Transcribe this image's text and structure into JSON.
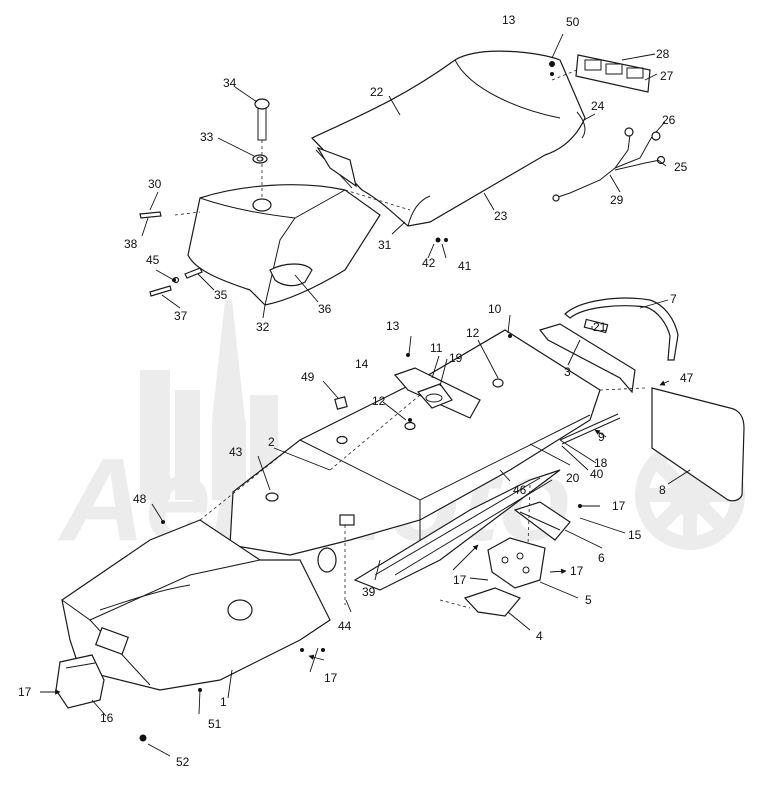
{
  "watermark": {
    "text": "AeriMoto",
    "color": "#ececec"
  },
  "callouts": [
    {
      "id": "c1",
      "text": "1"
    },
    {
      "id": "c2",
      "text": "2"
    },
    {
      "id": "c3",
      "text": "3"
    },
    {
      "id": "c4",
      "text": "4"
    },
    {
      "id": "c5",
      "text": "5"
    },
    {
      "id": "c6",
      "text": "6"
    },
    {
      "id": "c7",
      "text": "7"
    },
    {
      "id": "c8",
      "text": "8"
    },
    {
      "id": "c9",
      "text": "9"
    },
    {
      "id": "c10",
      "text": "10"
    },
    {
      "id": "c11",
      "text": "11"
    },
    {
      "id": "c12a",
      "text": "12"
    },
    {
      "id": "c12b",
      "text": "12"
    },
    {
      "id": "c13a",
      "text": "13"
    },
    {
      "id": "c13b",
      "text": "13"
    },
    {
      "id": "c14",
      "text": "14"
    },
    {
      "id": "c15",
      "text": "15"
    },
    {
      "id": "c16",
      "text": "16"
    },
    {
      "id": "c17a",
      "text": "17"
    },
    {
      "id": "c17b",
      "text": "17"
    },
    {
      "id": "c17c",
      "text": "17"
    },
    {
      "id": "c17d",
      "text": "17"
    },
    {
      "id": "c17e",
      "text": "17"
    },
    {
      "id": "c18",
      "text": "18"
    },
    {
      "id": "c19",
      "text": "19"
    },
    {
      "id": "c20",
      "text": "20"
    },
    {
      "id": "c21",
      "text": "21"
    },
    {
      "id": "c22",
      "text": "22"
    },
    {
      "id": "c23",
      "text": "23"
    },
    {
      "id": "c24",
      "text": "24"
    },
    {
      "id": "c25",
      "text": "25"
    },
    {
      "id": "c26",
      "text": "26"
    },
    {
      "id": "c27",
      "text": "27"
    },
    {
      "id": "c28",
      "text": "28"
    },
    {
      "id": "c29",
      "text": "29"
    },
    {
      "id": "c30",
      "text": "30"
    },
    {
      "id": "c31",
      "text": "31"
    },
    {
      "id": "c32",
      "text": "32"
    },
    {
      "id": "c33",
      "text": "33"
    },
    {
      "id": "c34",
      "text": "34"
    },
    {
      "id": "c35",
      "text": "35"
    },
    {
      "id": "c36",
      "text": "36"
    },
    {
      "id": "c37",
      "text": "37"
    },
    {
      "id": "c38",
      "text": "38"
    },
    {
      "id": "c39",
      "text": "39"
    },
    {
      "id": "c40",
      "text": "40"
    },
    {
      "id": "c41",
      "text": "41"
    },
    {
      "id": "c42",
      "text": "42"
    },
    {
      "id": "c43",
      "text": "43"
    },
    {
      "id": "c44",
      "text": "44"
    },
    {
      "id": "c45",
      "text": "45"
    },
    {
      "id": "c46",
      "text": "46"
    },
    {
      "id": "c47",
      "text": "47"
    },
    {
      "id": "c48",
      "text": "48"
    },
    {
      "id": "c49",
      "text": "49"
    },
    {
      "id": "c50",
      "text": "50"
    },
    {
      "id": "c51",
      "text": "51"
    },
    {
      "id": "c52",
      "text": "52"
    }
  ]
}
